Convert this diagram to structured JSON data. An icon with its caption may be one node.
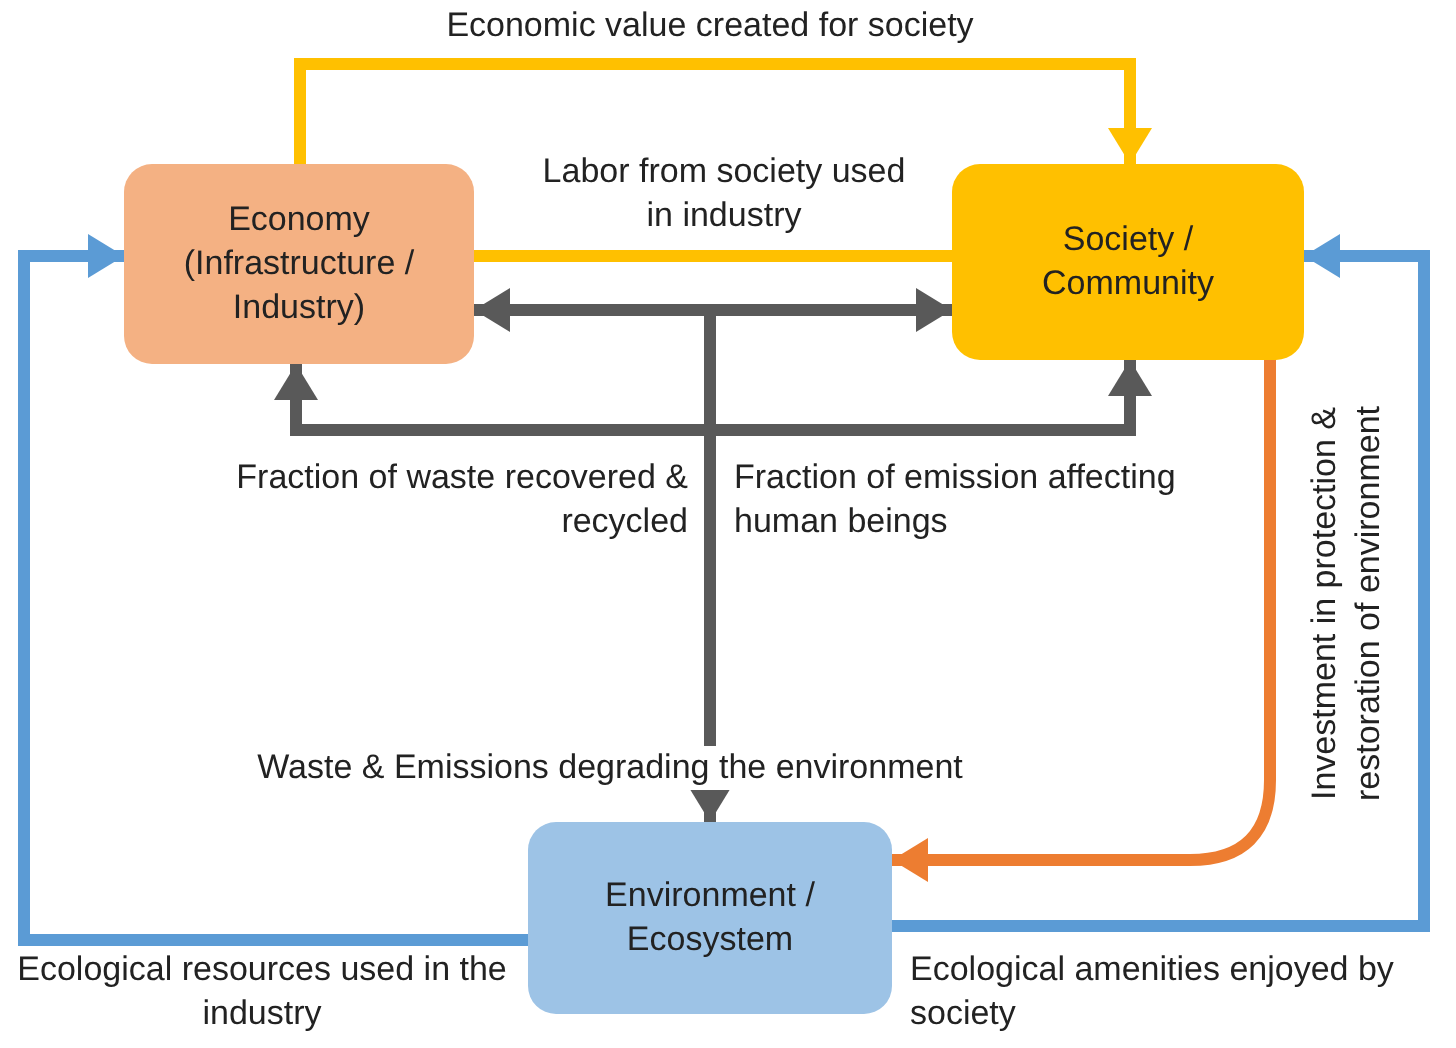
{
  "diagram": {
    "nodes": [
      {
        "text": [
          "Economy (Infrastructure / Industry)"
        ]
      },
      {
        "text": [
          "Society / Community"
        ]
      },
      {
        "text": [
          "Environment / Ecosystem"
        ]
      }
    ],
    "edges": [
      {
        "from": 0,
        "to": 1,
        "arrow": "to",
        "label": "Economic value created for society",
        "color": "#ffc000"
      },
      {
        "from": 1,
        "to": 0,
        "arrow": "to",
        "label": "Labor from society used in industry",
        "color": "#ffc000"
      },
      {
        "from": 0,
        "to": 1,
        "arrow": "both"
      },
      {
        "from": null,
        "to": 2,
        "arrow": "to",
        "label": "Waste & Emissions degrading the environment"
      },
      {
        "from": null,
        "to": 0,
        "arrow": "to",
        "label": "Fraction of waste recovered & recycled"
      },
      {
        "from": null,
        "to": 1,
        "arrow": "to",
        "label": "Fraction of emission affecting human beings"
      },
      {
        "from": 1,
        "to": 2,
        "arrow": "to",
        "label": "Investment in protection & restoration of environment",
        "color": "#ed7d31"
      },
      {
        "from": 2,
        "to": 0,
        "arrow": "to",
        "label": "Ecological resources used in the industry",
        "color": "#5b9bd5"
      },
      {
        "from": 2,
        "to": 1,
        "arrow": "to",
        "label": "Ecological amenities enjoyed by society",
        "color": "#5b9bd5"
      }
    ]
  }
}
